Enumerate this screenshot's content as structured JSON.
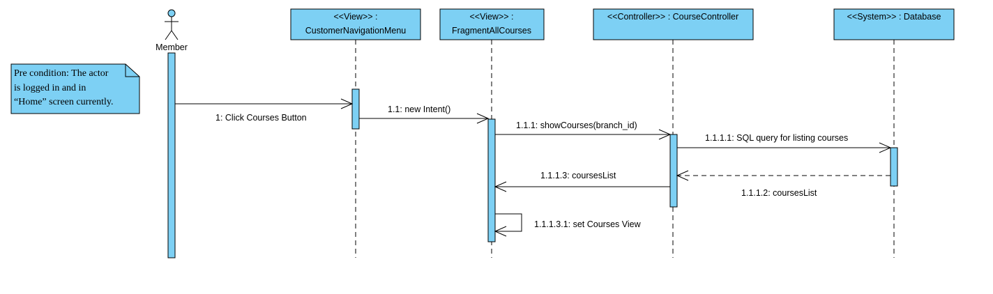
{
  "actor": {
    "name": "Member"
  },
  "note": {
    "lines": [
      "Pre condition: The actor",
      "is logged in and in",
      "“Home” screen currently."
    ]
  },
  "lifelines": [
    {
      "stereotype": "<<View>> :",
      "name": "CustomerNavigationMenu"
    },
    {
      "stereotype": "<<View>> :",
      "name": "FragmentAllCourses"
    },
    {
      "stereotype": "",
      "name": "<<Controller>> : CourseController"
    },
    {
      "stereotype": "",
      "name": "<<System>> : Database"
    }
  ],
  "messages": [
    {
      "label": "1: Click Courses Button",
      "kind": "sync"
    },
    {
      "label": "1.1: new Intent()",
      "kind": "sync"
    },
    {
      "label": "1.1.1: showCourses(branch_id)",
      "kind": "sync"
    },
    {
      "label": "1.1.1.1: SQL query for listing courses",
      "kind": "sync"
    },
    {
      "label": "1.1.1.2: coursesList",
      "kind": "return"
    },
    {
      "label": "1.1.1.3: coursesList",
      "kind": "sync"
    },
    {
      "label": "1.1.1.3.1: set Courses View",
      "kind": "self"
    }
  ],
  "colors": {
    "element_fill": "#7dd0f4",
    "line": "#000000",
    "background": "#ffffff"
  }
}
